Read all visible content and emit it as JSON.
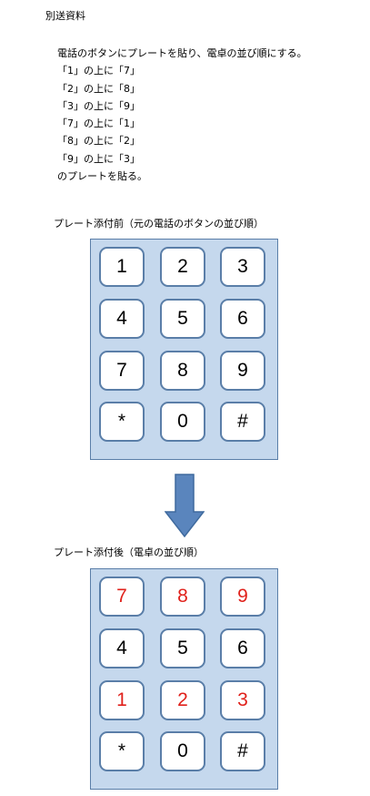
{
  "document": {
    "title": "別送資料",
    "instructions": [
      "電話のボタンにプレートを貼り、電卓の並び順にする。",
      "「1」の上に「7」",
      "「2」の上に「8」",
      "「3」の上に「9」",
      "「7」の上に「1」",
      "「8」の上に「2」",
      "「9」の上に「3」",
      "のプレートを貼る。"
    ]
  },
  "before": {
    "caption": "プレート添付前（元の電話のボタンの並び順）",
    "keys": [
      "1",
      "2",
      "3",
      "4",
      "5",
      "6",
      "7",
      "8",
      "9",
      "*",
      "0",
      "#"
    ]
  },
  "after": {
    "caption": "プレート添付後（電卓の並び順）",
    "keys": [
      "7",
      "8",
      "9",
      "4",
      "5",
      "6",
      "1",
      "2",
      "3",
      "*",
      "0",
      "#"
    ]
  },
  "colors": {
    "changed_key_text": "#e0211b",
    "normal_key_text": "#000000",
    "keypad_background": "#c5d8ed",
    "keypad_border": "#5a7ea8",
    "arrow_fill": "#5a85bd"
  }
}
